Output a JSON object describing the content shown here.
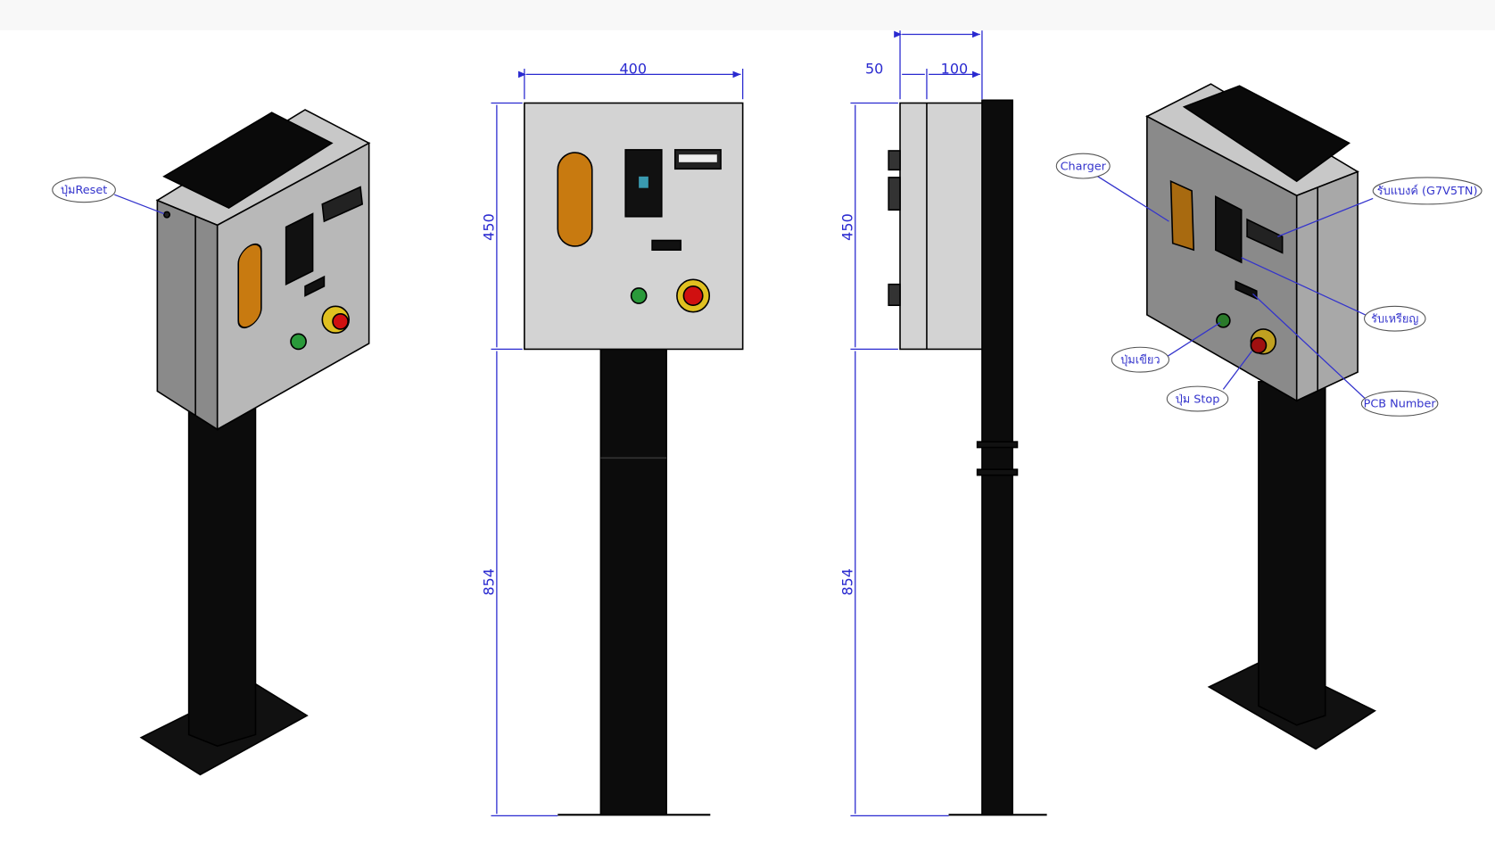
{
  "dimensions": {
    "front_width": "400",
    "front_box_height": "450",
    "front_pole_height": "854",
    "side_offset": "50",
    "side_depth": "100",
    "side_box_height": "450",
    "side_pole_height": "854"
  },
  "callouts": {
    "reset": "ปุ่มReset",
    "charger": "Charger",
    "bill_acceptor": "รับแบงค์ (G7V5TN)",
    "coin_acceptor": "รับเหรียญ",
    "green_button": "ปุ่มเขียว",
    "stop_button": "ปุ่ม Stop",
    "pcb_number": "PCB Number"
  },
  "colors": {
    "dimension": "#2a2ad0",
    "panel": "#d3d3d3",
    "charger": "#c87a10",
    "stop": "#d01010",
    "ring": "#e0c020",
    "green": "#2a9a3a"
  }
}
